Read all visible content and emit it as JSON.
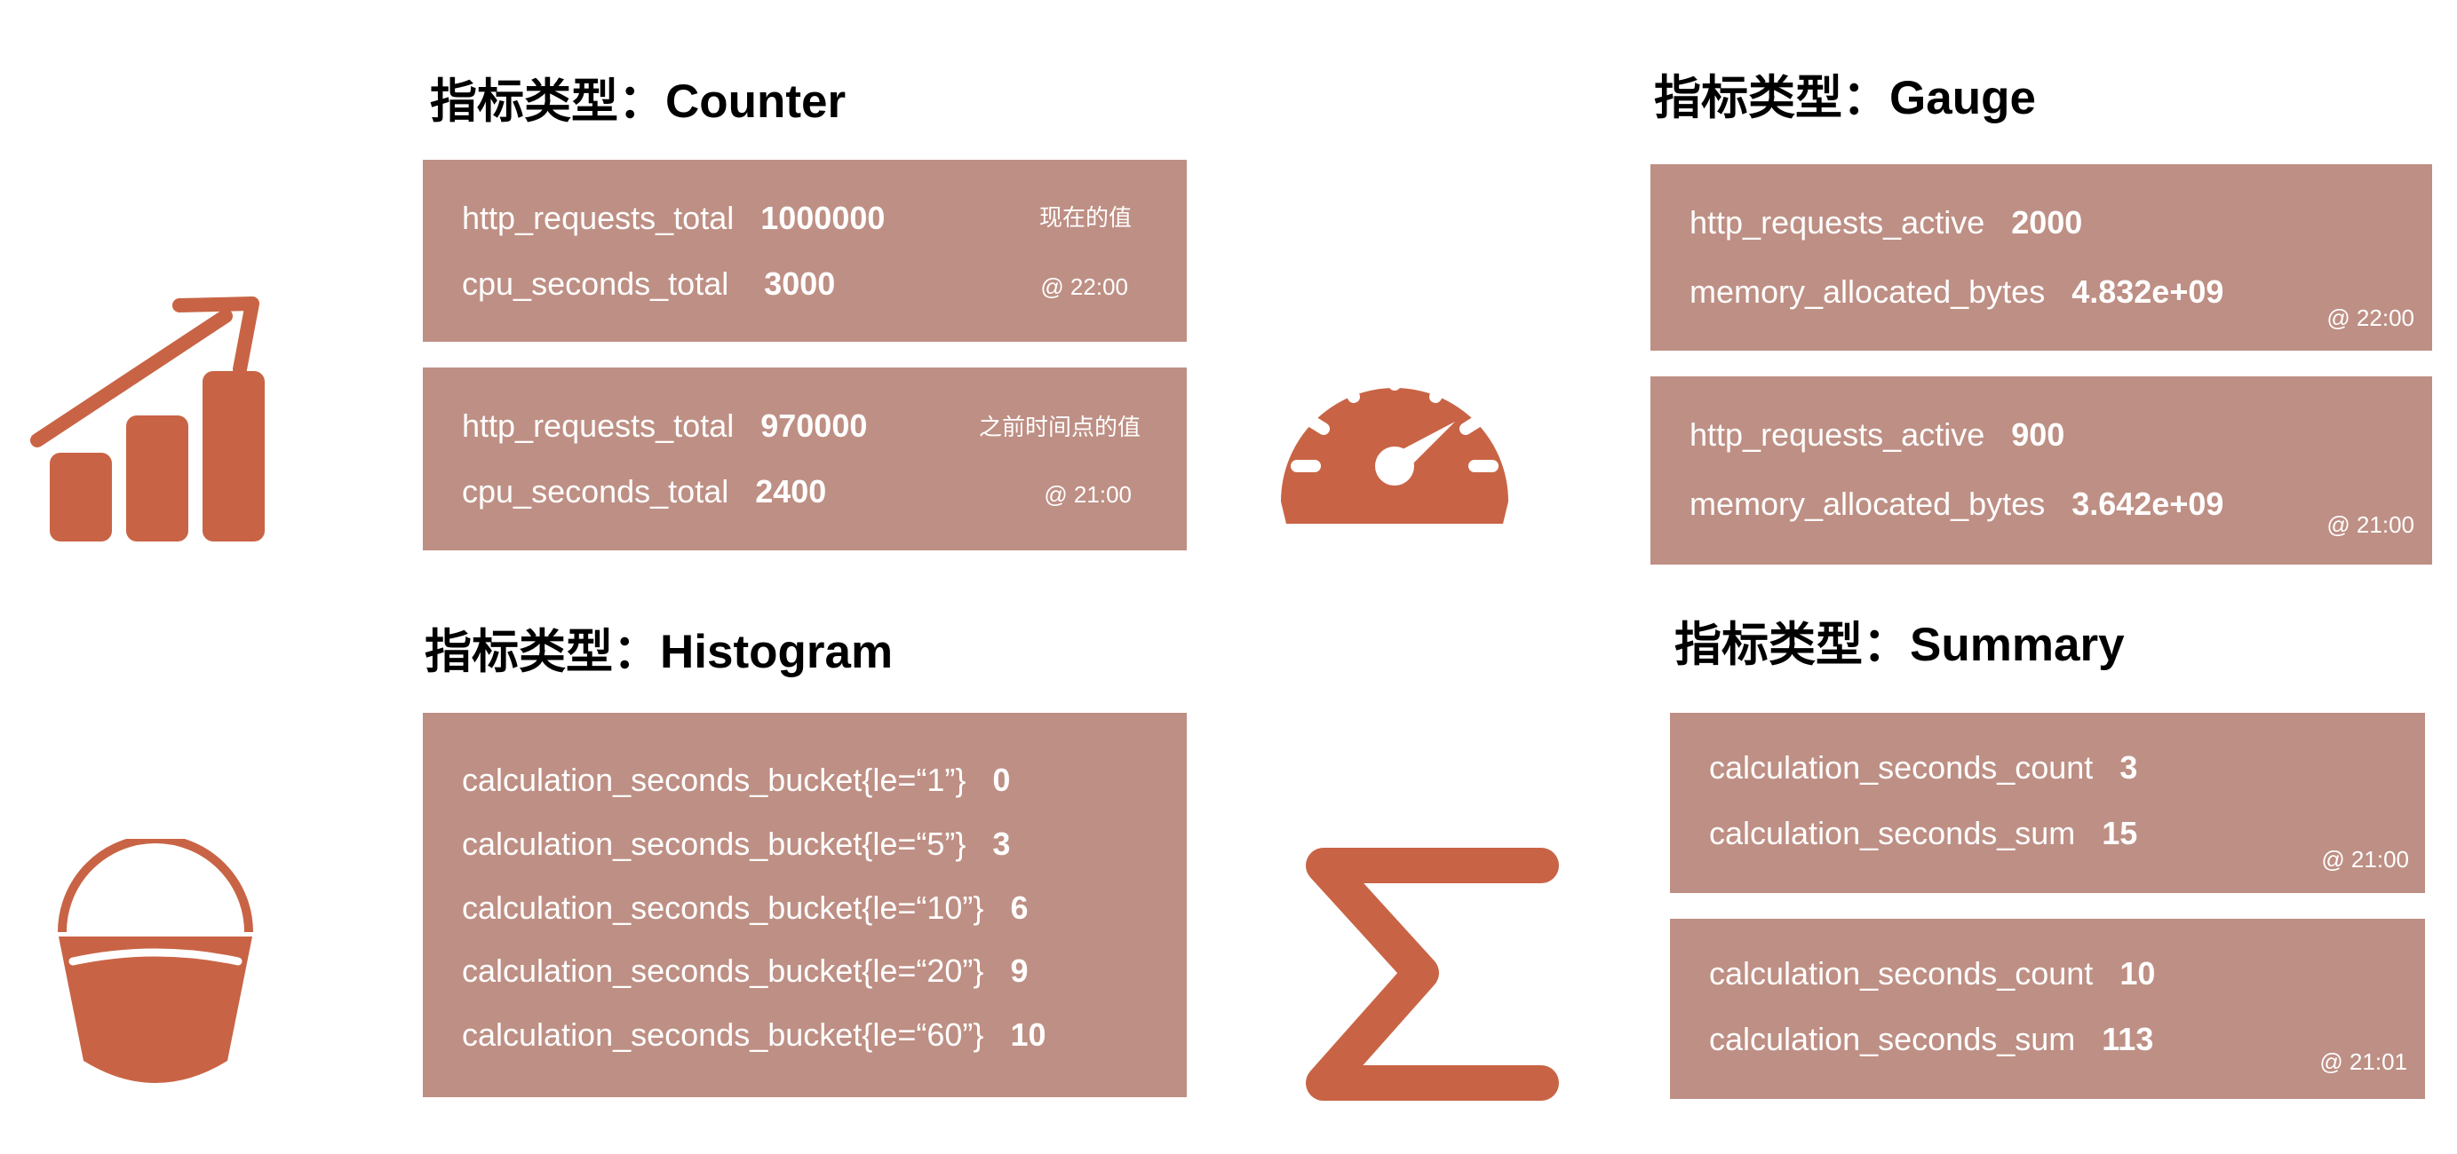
{
  "colors": {
    "card": "#be8f84",
    "icon": "#c86445"
  },
  "counter": {
    "title": "指标类型：Counter",
    "icon": "bar-chart-growth-icon",
    "cards": [
      {
        "rows": [
          {
            "name": "http_requests_total",
            "value": "1000000"
          },
          {
            "name": "cpu_seconds_total",
            "value": "3000"
          }
        ],
        "note": "现在的值",
        "time": "@ 22:00"
      },
      {
        "rows": [
          {
            "name": "http_requests_total",
            "value": "970000"
          },
          {
            "name": "cpu_seconds_total",
            "value": "2400"
          }
        ],
        "note": "之前时间点的值",
        "time": "@ 21:00"
      }
    ]
  },
  "gauge": {
    "title": "指标类型：Gauge",
    "icon": "speedometer-icon",
    "cards": [
      {
        "rows": [
          {
            "name": "http_requests_active",
            "value": "2000"
          },
          {
            "name": "memory_allocated_bytes",
            "value": "4.832e+09"
          }
        ],
        "time": "@ 22:00"
      },
      {
        "rows": [
          {
            "name": "http_requests_active",
            "value": "900"
          },
          {
            "name": "memory_allocated_bytes",
            "value": "3.642e+09"
          }
        ],
        "time": "@ 21:00"
      }
    ]
  },
  "histogram": {
    "title": "指标类型：Histogram",
    "icon": "bucket-icon",
    "rows": [
      {
        "name": "calculation_seconds_bucket{le=“1”}",
        "value": "0"
      },
      {
        "name": "calculation_seconds_bucket{le=“5”}",
        "value": "3"
      },
      {
        "name": "calculation_seconds_bucket{le=“10”}",
        "value": "6"
      },
      {
        "name": "calculation_seconds_bucket{le=“20”}",
        "value": "9"
      },
      {
        "name": "calculation_seconds_bucket{le=“60”}",
        "value": "10"
      }
    ]
  },
  "summary": {
    "title": "指标类型：Summary",
    "icon": "sigma-icon",
    "cards": [
      {
        "rows": [
          {
            "name": "calculation_seconds_count",
            "value": "3"
          },
          {
            "name": "calculation_seconds_sum",
            "value": "15"
          }
        ],
        "time": "@ 21:00"
      },
      {
        "rows": [
          {
            "name": "calculation_seconds_count",
            "value": "10"
          },
          {
            "name": "calculation_seconds_sum",
            "value": "113"
          }
        ],
        "time": "@ 21:01"
      }
    ]
  }
}
